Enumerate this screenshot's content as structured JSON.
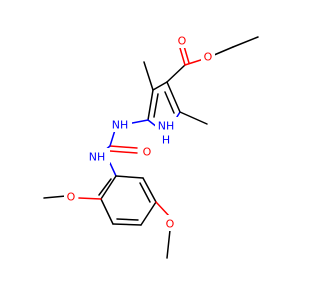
{
  "molecule": {
    "description_colors": {
      "oxygen": "#ff0000",
      "nitrogen": "#0000ff",
      "carbon": "#000000"
    },
    "atoms": {
      "o_carbonyl_ester": {
        "label": "O",
        "element": "O"
      },
      "o_ether_ester": {
        "label": "O",
        "element": "O"
      },
      "n_pyrrole": {
        "label": "NH",
        "sublabel": "H",
        "element": "N"
      },
      "n_urea_right": {
        "label": "NH",
        "element": "N"
      },
      "o_urea": {
        "label": "O",
        "element": "O"
      },
      "n_urea_left": {
        "label": "NH",
        "element": "N"
      },
      "o_methoxy_top": {
        "label": "O",
        "element": "O"
      },
      "o_methoxy_bottom": {
        "label": "O",
        "element": "O"
      }
    }
  }
}
